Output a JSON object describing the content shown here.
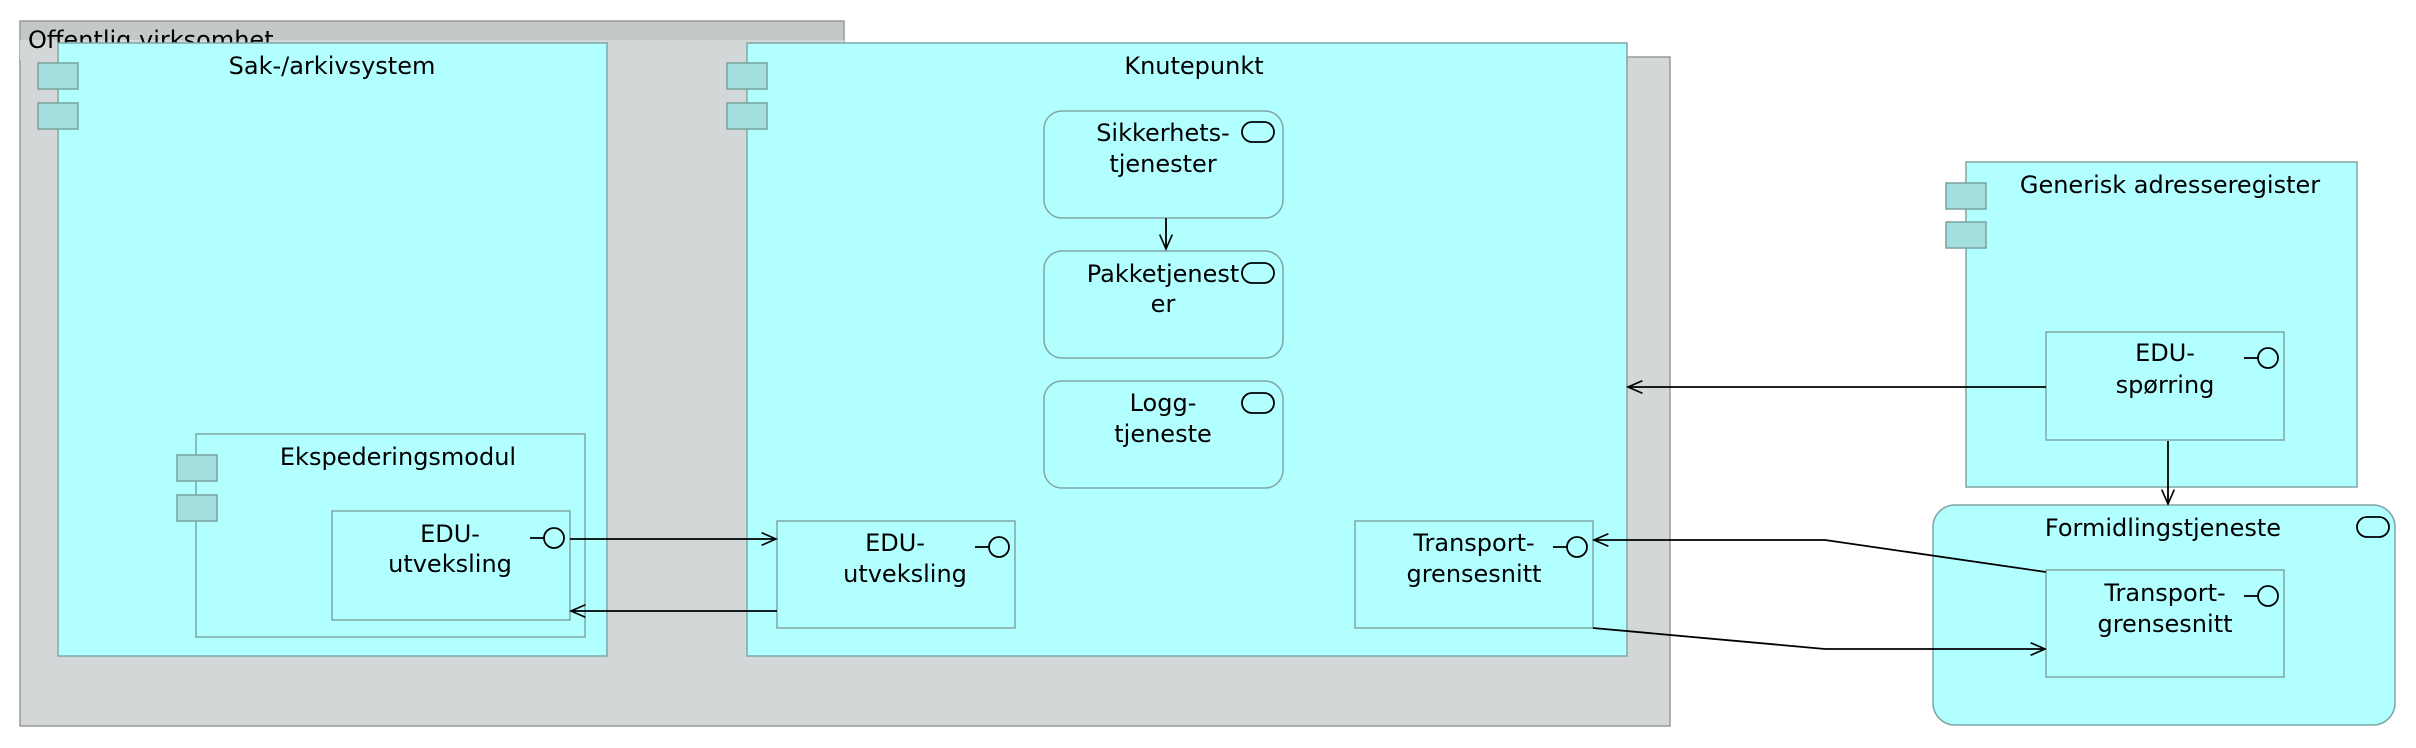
{
  "group": {
    "title": "Offentlig virksomhet"
  },
  "components": {
    "sak_arkiv": {
      "title": "Sak-/arkivsystem"
    },
    "ekspedering": {
      "title": "Ekspederingsmodul"
    },
    "knutepunkt": {
      "title": "Knutepunkt"
    },
    "adresseregister": {
      "title": "Generisk adresseregister"
    }
  },
  "services": {
    "sikkerhet": {
      "line1": "Sikkerhets-",
      "line2": "tjenester"
    },
    "pakke": {
      "line1": "Pakketjenest",
      "line2": "er"
    },
    "logg": {
      "line1": "Logg-",
      "line2": "tjeneste"
    },
    "formidling": {
      "title": "Formidlingstjeneste"
    }
  },
  "interfaces": {
    "edu_utv_sak": {
      "line1": "EDU-",
      "line2": "utveksling"
    },
    "edu_utv_knute": {
      "line1": "EDU-",
      "line2": "utveksling"
    },
    "transport_knute": {
      "line1": "Transport-",
      "line2": "grensesnitt"
    },
    "edu_sporring": {
      "line1": "EDU-",
      "line2": "spørring"
    },
    "transport_form": {
      "line1": "Transport-",
      "line2": "grensesnitt"
    }
  },
  "icons": {
    "component": "component-icon",
    "service": "service-icon",
    "interface": "interface-icon"
  },
  "colors": {
    "element_fill": "#b2ffff",
    "element_stroke": "#7fa6a6",
    "group_fill": "#d3d7d7",
    "edge": "#000000"
  }
}
